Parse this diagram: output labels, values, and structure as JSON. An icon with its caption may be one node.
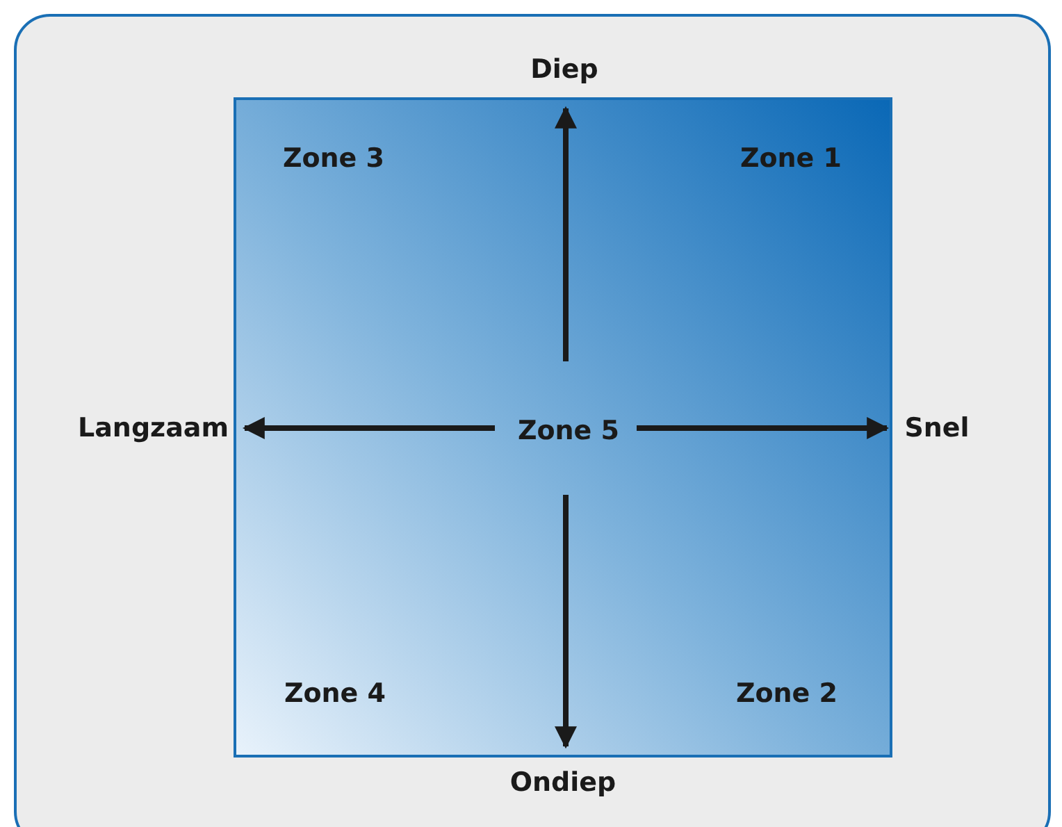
{
  "diagram": {
    "nodes": [
      {
        "text": [],
        "shape": "box"
      },
      {
        "text": [
          "Diep"
        ]
      },
      {
        "text": [
          "Zone 3"
        ],
        "in": 0
      },
      {
        "text": [
          "Zone 1"
        ],
        "in": 0
      },
      {
        "text": [
          "Langzaam"
        ]
      },
      {
        "text": [
          "Zone 5"
        ],
        "in": 0
      },
      {
        "text": [
          "Snel"
        ]
      },
      {
        "text": [
          "Zone 4"
        ],
        "in": 0
      },
      {
        "text": [
          "Zone 2"
        ],
        "in": 0
      },
      {
        "text": [
          "Ondiep"
        ]
      }
    ],
    "edges": [
      {
        "from": 5,
        "to": 1,
        "arrow": "to"
      },
      {
        "from": 5,
        "to": 4,
        "arrow": "to"
      },
      {
        "from": 5,
        "to": 6,
        "arrow": "to"
      },
      {
        "from": 5,
        "to": 9,
        "arrow": "to"
      }
    ]
  }
}
